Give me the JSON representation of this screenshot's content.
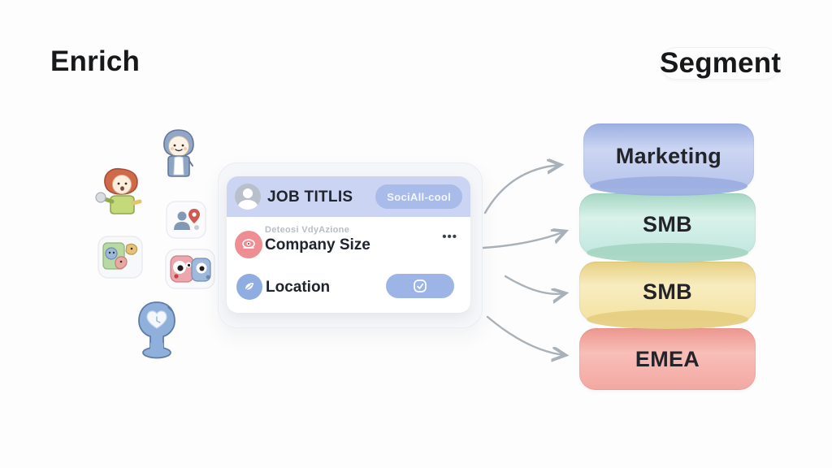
{
  "page": {
    "background": "#fdfdfd"
  },
  "headings": {
    "left": "Enrich",
    "right": "Segment"
  },
  "card": {
    "header": {
      "title": "JOB TITLIS",
      "badge_label": "SociAll-cool",
      "badge_color": "#a9bbe9",
      "header_color": "#cbd5f3",
      "avatar_icon": "person-avatar-icon"
    },
    "rows": [
      {
        "subtitle": "Deteosi VdyAzione",
        "label": "Company Size",
        "icon": "eye-circle-icon",
        "icon_color": "#ee8d92",
        "menu_dots": "•••"
      },
      {
        "label": "Location",
        "icon": "leaf-circle-icon",
        "icon_color": "#8fade0",
        "button_icon": "map-check-icon",
        "button_color": "#9db4e6"
      }
    ]
  },
  "arrows": {
    "color": "#9aa3ad",
    "count": 4
  },
  "segments": [
    {
      "label": "Marketing",
      "body": "#b7c4eb",
      "mid": "#ccd6f3",
      "lip": "#9cafe1"
    },
    {
      "label": "SMB",
      "body": "#c0e7de",
      "mid": "#d9f2ea",
      "lip": "#a6d6c4"
    },
    {
      "label": "SMB",
      "body": "#f3e2a0",
      "mid": "#f8edc0",
      "lip": "#e6cf82"
    },
    {
      "label": "EMEA",
      "body": "#f3a8a2",
      "mid": "#f8beb8",
      "lip": "#ec978f"
    }
  ],
  "illustrations": [
    "character-blue-hood-kid",
    "character-red-hair-kid",
    "person-location-pin-card",
    "critter-collage-card",
    "big-eyes-faces-card",
    "heart-clock-figure"
  ]
}
